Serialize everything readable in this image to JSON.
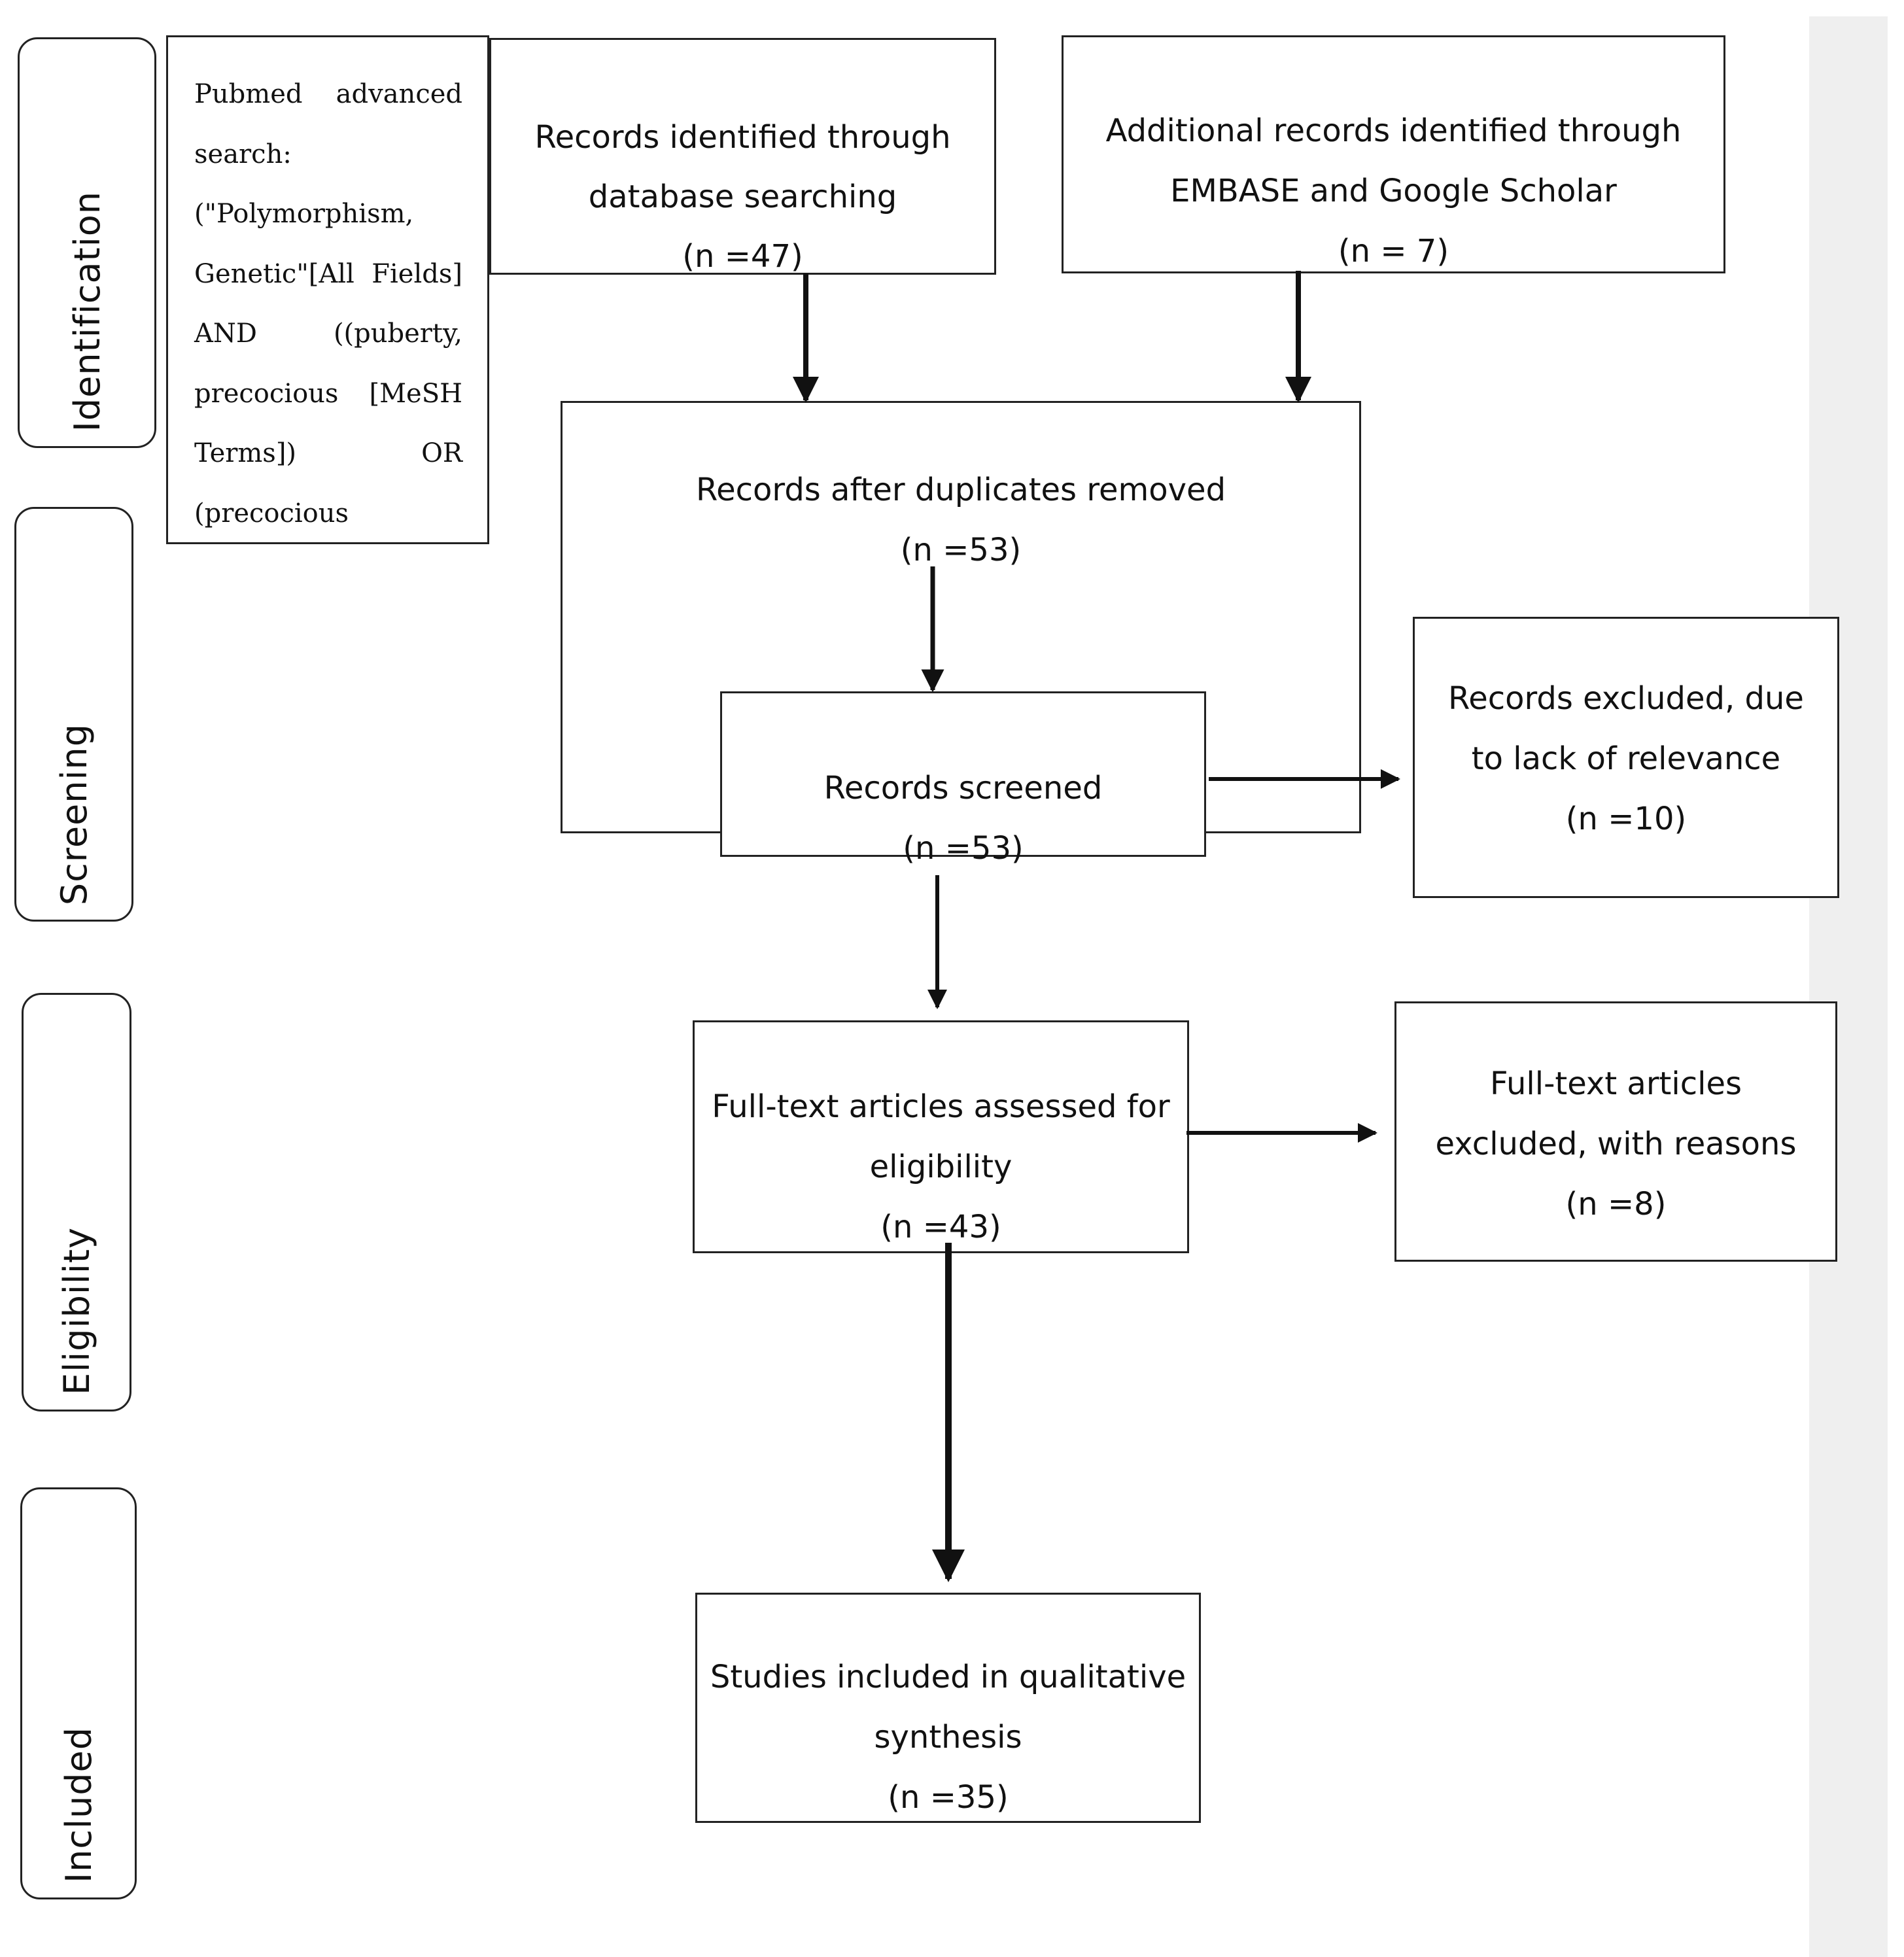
{
  "phases": {
    "identification": "Identification",
    "screening": "Screening",
    "eligibility": "Eligibility",
    "included": "Included"
  },
  "search_query": {
    "lines": [
      [
        "Pubmed",
        "advanced"
      ],
      [
        "search:"
      ],
      [
        "(\"Polymorphism,"
      ],
      [
        "Genetic\"[All",
        "Fields]"
      ],
      [
        "AND",
        "((puberty,"
      ],
      [
        "precocious",
        "[MeSH"
      ],
      [
        "Terms])",
        "OR"
      ],
      [
        "(precocious"
      ]
    ]
  },
  "boxes": {
    "database": {
      "line1": "Records identified through",
      "line2": "database searching",
      "line3": "(n =47)"
    },
    "additional": {
      "line1": "Additional records identified through",
      "line2": "EMBASE and Google Scholar",
      "line3": "(n = 7)"
    },
    "duplicates": {
      "line1": "Records after duplicates removed",
      "line2": "(n =53)"
    },
    "screened": {
      "line1": "Records screened",
      "line2": "(n =53)"
    },
    "excluded": {
      "line1": "Records excluded, due",
      "line2": "to lack of relevance",
      "line3": "(n =10)"
    },
    "fulltext": {
      "line1": "Full-text articles assessed for",
      "line2": "eligibility",
      "line3": "(n =43)"
    },
    "fulltext_excluded": {
      "line1": "Full-text articles",
      "line2": "excluded, with reasons",
      "line3": "(n =8)"
    },
    "included": {
      "line1": "Studies included in qualitative",
      "line2": "synthesis",
      "line3": "(n =35)"
    }
  }
}
